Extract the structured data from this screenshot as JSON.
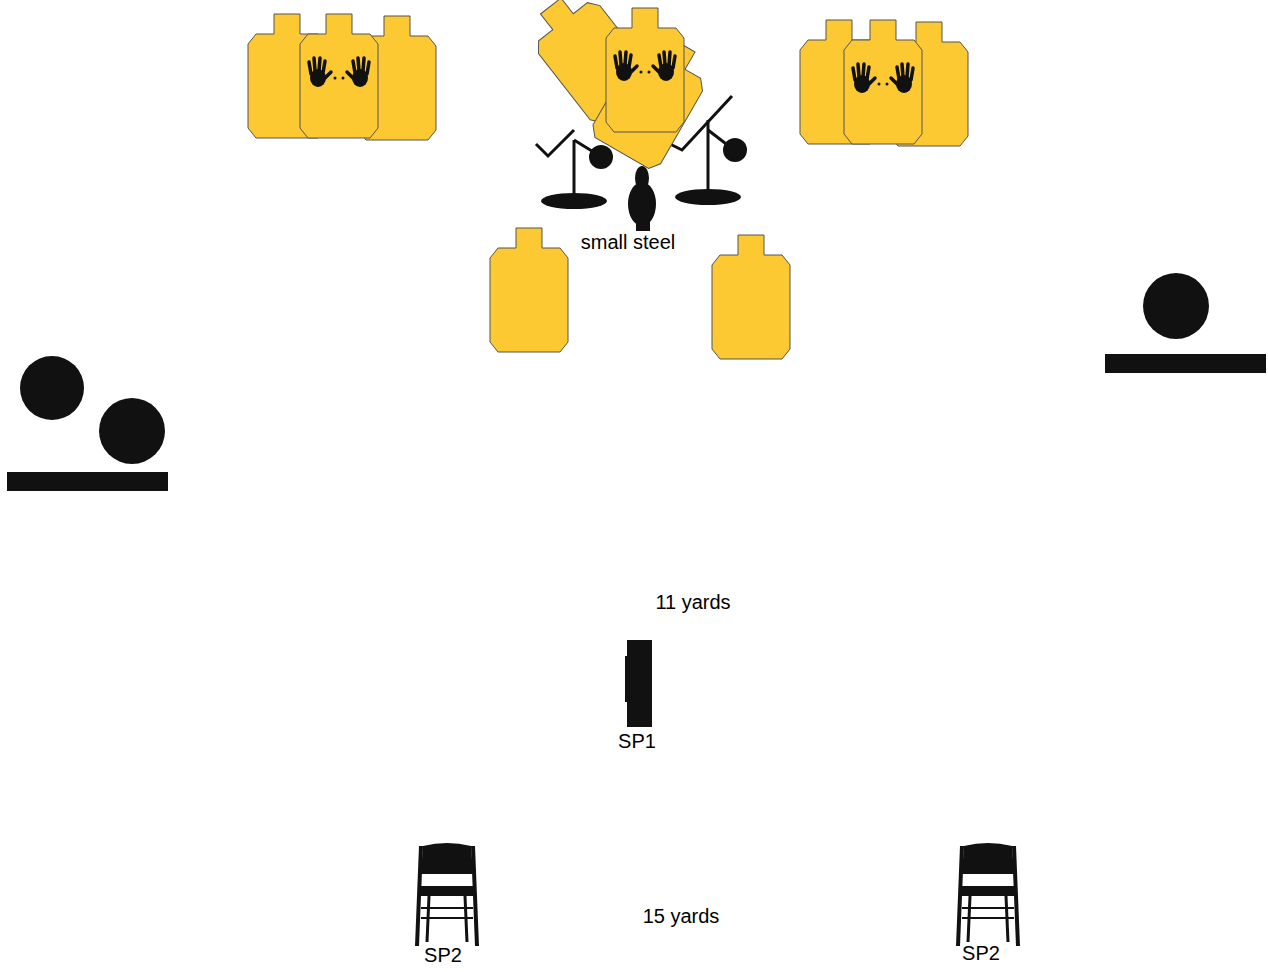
{
  "diagram": {
    "labels": [
      "small steel",
      "11 yards",
      "SP1",
      "SP2",
      "15 yards",
      "SP2"
    ]
  }
}
